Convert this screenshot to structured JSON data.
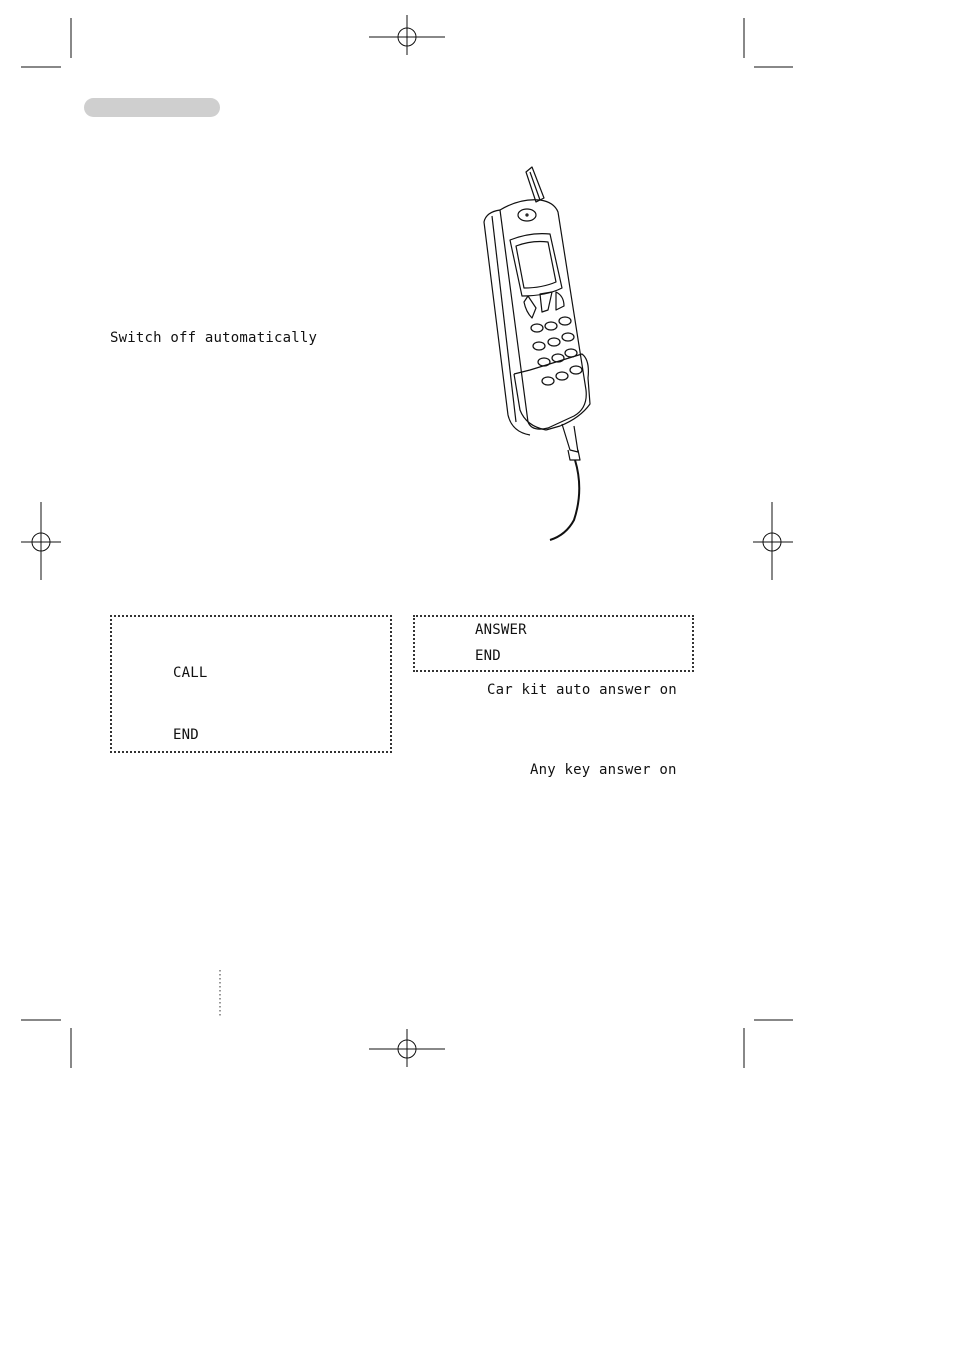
{
  "header": {
    "tab_label": ""
  },
  "text": {
    "switch_off": "Switch off automatically",
    "car_kit": "Car kit auto answer on",
    "any_key": "Any key answer on"
  },
  "box_left": {
    "key1": "CALL",
    "key2": "END"
  },
  "box_right": {
    "key1": "ANSWER",
    "key2": "END"
  },
  "colors": {
    "tab": "#cfcfcf",
    "ink": "#111111"
  },
  "icons": [
    "registration-mark-icon",
    "crop-mark-icon",
    "phone-illustration"
  ]
}
